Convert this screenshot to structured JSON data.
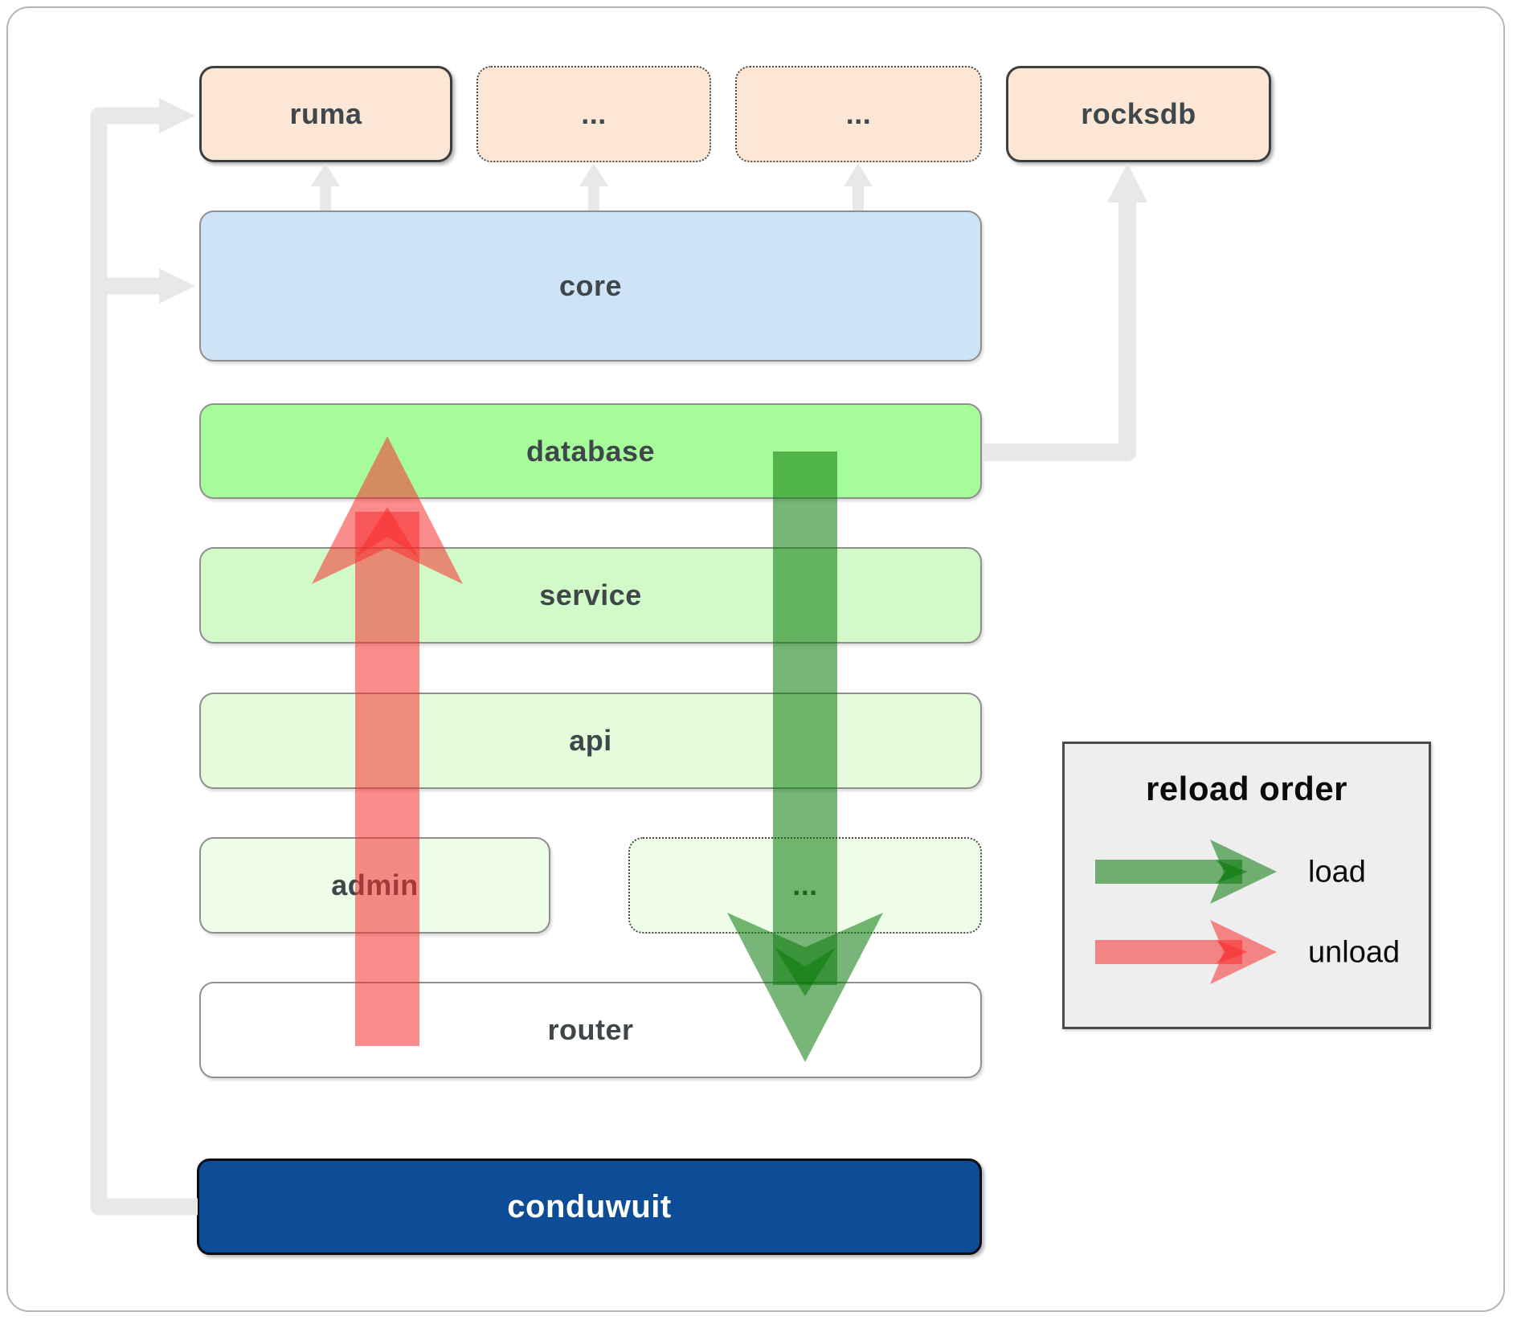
{
  "nodes": {
    "ruma": {
      "label": "ruma"
    },
    "ellipsis_top_1": {
      "label": "..."
    },
    "ellipsis_top_2": {
      "label": "..."
    },
    "rocksdb": {
      "label": "rocksdb"
    },
    "core": {
      "label": "core"
    },
    "database": {
      "label": "database"
    },
    "service": {
      "label": "service"
    },
    "api": {
      "label": "api"
    },
    "admin": {
      "label": "admin"
    },
    "ellipsis_admin": {
      "label": "..."
    },
    "router": {
      "label": "router"
    },
    "conduwuit": {
      "label": "conduwuit"
    }
  },
  "legend": {
    "title": "reload order",
    "items": [
      {
        "label": "load"
      },
      {
        "label": "unload"
      }
    ]
  },
  "colors": {
    "peach": "#fce6d6",
    "node-border-dark": "#3d3d3d",
    "node-border-gray": "#8f8f8f",
    "core-blue": "#cee3f6",
    "database-green": "#a6fc9b",
    "service-green": "#d2fac9",
    "api-green": "#e4fcdc",
    "admin-green": "#eefde8",
    "router-white": "#ffffff",
    "conduwuit-navy": "#0d4c97",
    "label-dark": "#3f474a",
    "connector-gray": "#e8e8e8",
    "load-green": "#0a780a",
    "unload-red": "#f82e2e",
    "legend-bg": "#eeeeee",
    "legend-border": "#4a4a4a"
  }
}
